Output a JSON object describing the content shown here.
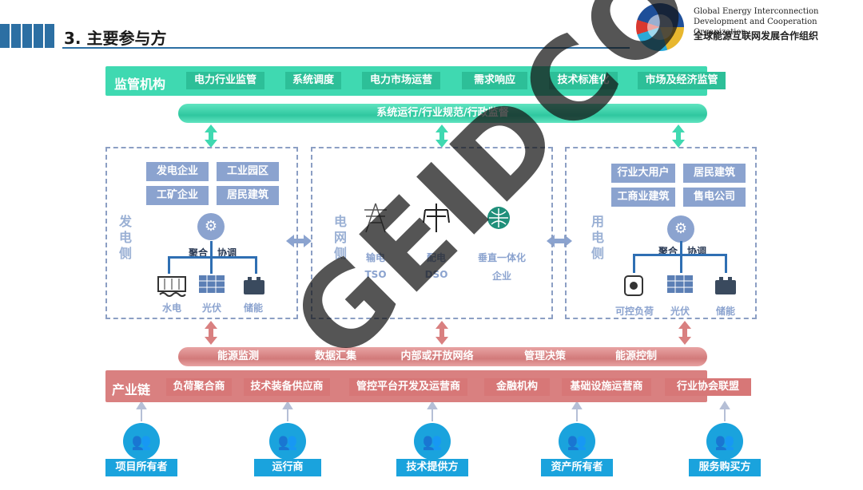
{
  "header": {
    "title": "3. 主要参与方"
  },
  "org": {
    "en_line1": "Global Energy Interconnection",
    "en_line2": "Development and Cooperation Organization",
    "cn": "全球能源互联网发展合作组织"
  },
  "regulator": {
    "label": "监管机构",
    "items": [
      "电力行业监管",
      "系统调度",
      "电力市场运营",
      "需求响应",
      "技术标准化",
      "市场及经济监管"
    ]
  },
  "green_pipe": "系统运行/行业规范/行政监督",
  "generation": {
    "label": [
      "发",
      "电",
      "侧"
    ],
    "tiles": [
      "发电企业",
      "工业园区",
      "工矿企业",
      "居民建筑"
    ],
    "coord": [
      "聚合",
      "协调"
    ],
    "devices": [
      "水电",
      "光伏",
      "储能"
    ]
  },
  "grid": {
    "label": [
      "电",
      "网",
      "侧"
    ],
    "items": [
      {
        "l1": "输电",
        "l2": "TSO"
      },
      {
        "l1": "配电",
        "l2": "DSO"
      },
      {
        "l1": "垂直一体化",
        "l2": "企业"
      }
    ]
  },
  "consumption": {
    "label": [
      "用",
      "电",
      "侧"
    ],
    "tiles": [
      "行业大用户",
      "居民建筑",
      "工商业建筑",
      "售电公司"
    ],
    "coord": [
      "聚合",
      "协调"
    ],
    "devices": [
      "可控负荷",
      "光伏",
      "储能"
    ]
  },
  "red_pipe": [
    "能源监测",
    "数据汇集",
    "内部或开放网络",
    "管理决策",
    "能源控制"
  ],
  "industry": {
    "label": "产业链",
    "items": [
      "负荷聚合商",
      "技术装备供应商",
      "管控平台开发及运营商",
      "金融机构",
      "基础设施运营商",
      "行业协会联盟"
    ]
  },
  "people": [
    "项目所有者",
    "运行商",
    "技术提供方",
    "资产所有者",
    "服务购买方"
  ],
  "watermark": "GEIDCO",
  "colors": {
    "green": "#3fd9b1",
    "red": "#d98080",
    "blue_tile": "#8ba3cf",
    "person": "#1aa3dd"
  }
}
